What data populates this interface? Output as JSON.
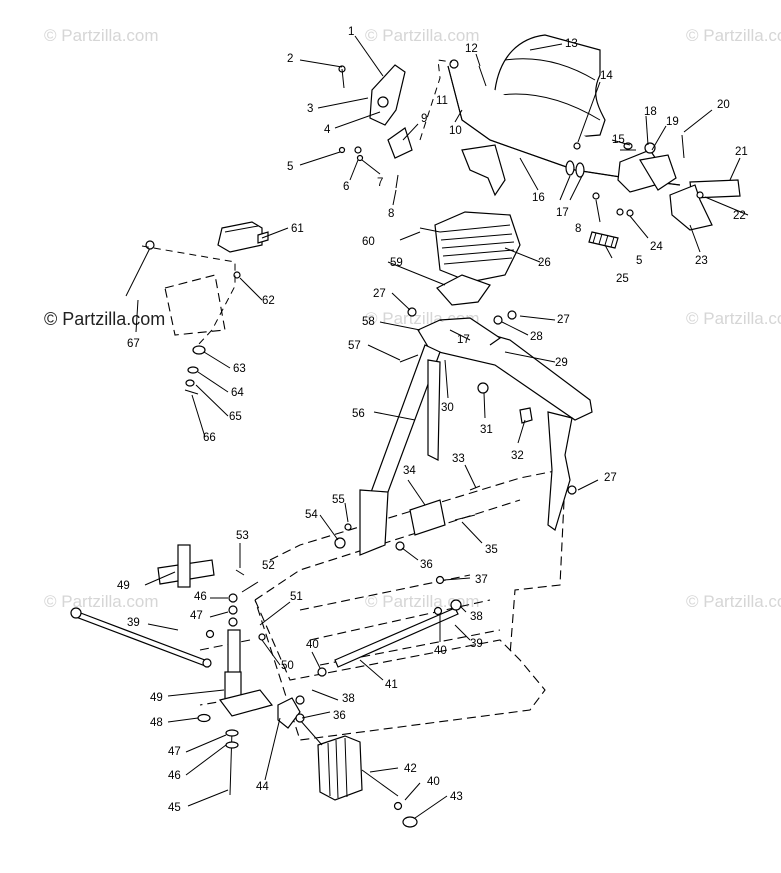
{
  "watermark": {
    "text": "© Partzilla.com"
  },
  "callouts": [
    {
      "id": "c1",
      "label": "1"
    },
    {
      "id": "c2",
      "label": "2"
    },
    {
      "id": "c3",
      "label": "3"
    },
    {
      "id": "c4",
      "label": "4"
    },
    {
      "id": "c5a",
      "label": "5"
    },
    {
      "id": "c5b",
      "label": "5"
    },
    {
      "id": "c6",
      "label": "6"
    },
    {
      "id": "c7",
      "label": "7"
    },
    {
      "id": "c8a",
      "label": "8"
    },
    {
      "id": "c8b",
      "label": "8"
    },
    {
      "id": "c9",
      "label": "9"
    },
    {
      "id": "c10",
      "label": "10"
    },
    {
      "id": "c11",
      "label": "11"
    },
    {
      "id": "c12",
      "label": "12"
    },
    {
      "id": "c13",
      "label": "13"
    },
    {
      "id": "c14",
      "label": "14"
    },
    {
      "id": "c15",
      "label": "15"
    },
    {
      "id": "c16",
      "label": "16"
    },
    {
      "id": "c17a",
      "label": "17"
    },
    {
      "id": "c17b",
      "label": "17"
    },
    {
      "id": "c18",
      "label": "18"
    },
    {
      "id": "c19",
      "label": "19"
    },
    {
      "id": "c20",
      "label": "20"
    },
    {
      "id": "c21",
      "label": "21"
    },
    {
      "id": "c22",
      "label": "22"
    },
    {
      "id": "c23",
      "label": "23"
    },
    {
      "id": "c24",
      "label": "24"
    },
    {
      "id": "c25",
      "label": "25"
    },
    {
      "id": "c26",
      "label": "26"
    },
    {
      "id": "c27a",
      "label": "27"
    },
    {
      "id": "c27b",
      "label": "27"
    },
    {
      "id": "c27c",
      "label": "27"
    },
    {
      "id": "c28",
      "label": "28"
    },
    {
      "id": "c29",
      "label": "29"
    },
    {
      "id": "c30",
      "label": "30"
    },
    {
      "id": "c31",
      "label": "31"
    },
    {
      "id": "c32",
      "label": "32"
    },
    {
      "id": "c33",
      "label": "33"
    },
    {
      "id": "c34",
      "label": "34"
    },
    {
      "id": "c35",
      "label": "35"
    },
    {
      "id": "c36a",
      "label": "36"
    },
    {
      "id": "c36b",
      "label": "36"
    },
    {
      "id": "c37",
      "label": "37"
    },
    {
      "id": "c38a",
      "label": "38"
    },
    {
      "id": "c38b",
      "label": "38"
    },
    {
      "id": "c39a",
      "label": "39"
    },
    {
      "id": "c39b",
      "label": "39"
    },
    {
      "id": "c40a",
      "label": "40"
    },
    {
      "id": "c40b",
      "label": "40"
    },
    {
      "id": "c40c",
      "label": "40"
    },
    {
      "id": "c41",
      "label": "41"
    },
    {
      "id": "c42",
      "label": "42"
    },
    {
      "id": "c43",
      "label": "43"
    },
    {
      "id": "c44",
      "label": "44"
    },
    {
      "id": "c45",
      "label": "45"
    },
    {
      "id": "c46a",
      "label": "46"
    },
    {
      "id": "c46b",
      "label": "46"
    },
    {
      "id": "c47a",
      "label": "47"
    },
    {
      "id": "c47b",
      "label": "47"
    },
    {
      "id": "c48",
      "label": "48"
    },
    {
      "id": "c49a",
      "label": "49"
    },
    {
      "id": "c49b",
      "label": "49"
    },
    {
      "id": "c50",
      "label": "50"
    },
    {
      "id": "c51",
      "label": "51"
    },
    {
      "id": "c52",
      "label": "52"
    },
    {
      "id": "c53",
      "label": "53"
    },
    {
      "id": "c54",
      "label": "54"
    },
    {
      "id": "c55",
      "label": "55"
    },
    {
      "id": "c56",
      "label": "56"
    },
    {
      "id": "c57",
      "label": "57"
    },
    {
      "id": "c58",
      "label": "58"
    },
    {
      "id": "c59",
      "label": "59"
    },
    {
      "id": "c60",
      "label": "60"
    },
    {
      "id": "c61",
      "label": "61"
    },
    {
      "id": "c62",
      "label": "62"
    },
    {
      "id": "c63",
      "label": "63"
    },
    {
      "id": "c64",
      "label": "64"
    },
    {
      "id": "c65",
      "label": "65"
    },
    {
      "id": "c66",
      "label": "66"
    },
    {
      "id": "c67",
      "label": "67"
    }
  ]
}
